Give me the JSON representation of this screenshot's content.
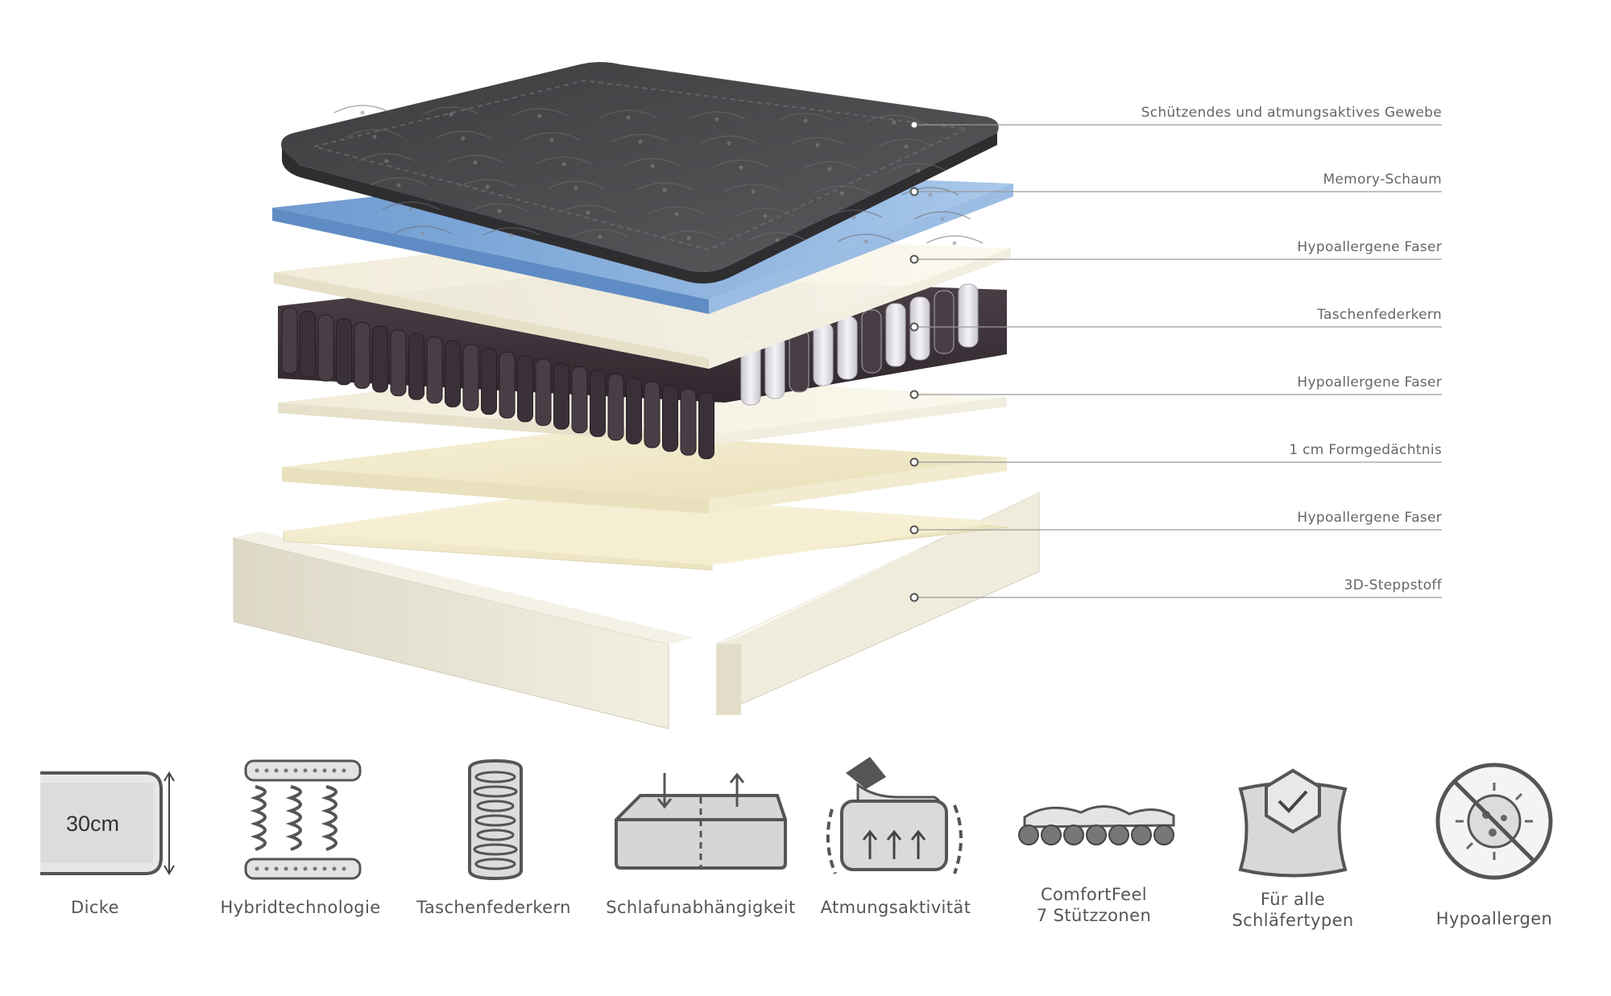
{
  "layers": [
    {
      "label": "Schützendes und atmungsaktives Gewebe"
    },
    {
      "label": "Memory-Schaum"
    },
    {
      "label": "Hypoallergene Faser"
    },
    {
      "label": "Taschenfederkern"
    },
    {
      "label": "Hypoallergene Faser"
    },
    {
      "label": "1 cm Formgedächtnis"
    },
    {
      "label": "Hypoallergene Faser"
    },
    {
      "label": "3D-Steppstoff"
    }
  ],
  "thickness": {
    "value": "30cm"
  },
  "features": [
    {
      "icon": "thickness-icon",
      "lines": [
        "Dicke"
      ]
    },
    {
      "icon": "hybrid-springs-icon",
      "lines": [
        "Hybridtechnologie"
      ]
    },
    {
      "icon": "pocket-spring-icon",
      "lines": [
        "Taschenfederkern"
      ]
    },
    {
      "icon": "motion-isolation-icon",
      "lines": [
        "Schlafunabhängigkeit"
      ]
    },
    {
      "icon": "breathability-icon",
      "lines": [
        "Atmungsaktivität"
      ]
    },
    {
      "icon": "support-zones-icon",
      "lines": [
        "ComfortFeel",
        "7 Stützzonen"
      ]
    },
    {
      "icon": "pillow-check-icon",
      "lines": [
        "Für alle",
        "Schläfertypen"
      ]
    },
    {
      "icon": "no-allergen-icon",
      "lines": [
        "Hypoallergen"
      ]
    }
  ],
  "colors": {
    "cover": "#4a4a4c",
    "memory_foam": "#7ea8d6",
    "fiber": "#f3efe0",
    "springs": "#3c3239",
    "formfoam": "#efe6c6",
    "base": "#ebe7d6",
    "leader_line": "#9a9a9a"
  }
}
